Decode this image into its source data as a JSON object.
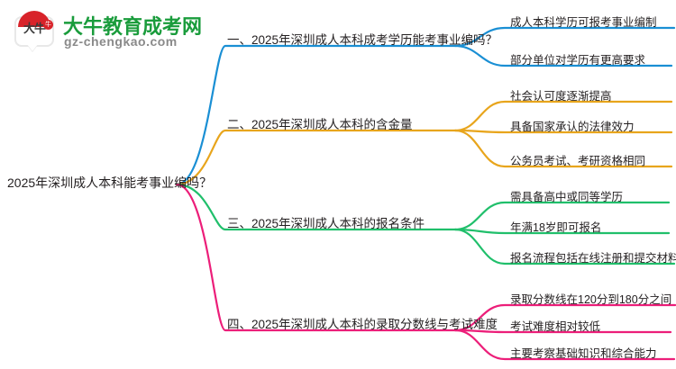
{
  "logo": {
    "mark_text": "大牛",
    "mark_badge": "牛",
    "title": "大牛教育成考网",
    "subtitle": "gz-chengkao.com",
    "brand_green": "#1a9c3c",
    "brand_red": "#d8232a"
  },
  "mindmap": {
    "root": "2025年深圳成人本科能考事业编吗？",
    "branches": [
      {
        "label": "一、2025年深圳成人本科成考学历能考事业编吗？",
        "color": "#1a8fd4",
        "children": [
          "成人本科学历可报考事业编制",
          "部分单位对学历有更高要求"
        ]
      },
      {
        "label": "二、2025年深圳成人本科的含金量",
        "color": "#e8a51c",
        "children": [
          "社会认可度逐渐提高",
          "具备国家承认的法律效力",
          "公务员考试、考研资格相同"
        ]
      },
      {
        "label": "三、2025年深圳成人本科的报名条件",
        "color": "#20bf6b",
        "children": [
          "需具备高中或同等学历",
          "年满18岁即可报名",
          "报名流程包括在线注册和提交材料"
        ]
      },
      {
        "label": "四、2025年深圳成人本科的录取分数线与考试难度",
        "color": "#ec1e79",
        "children": [
          "录取分数线在120分到180分之间",
          "考试难度相对较低",
          "主要考察基础知识和综合能力"
        ]
      }
    ]
  }
}
